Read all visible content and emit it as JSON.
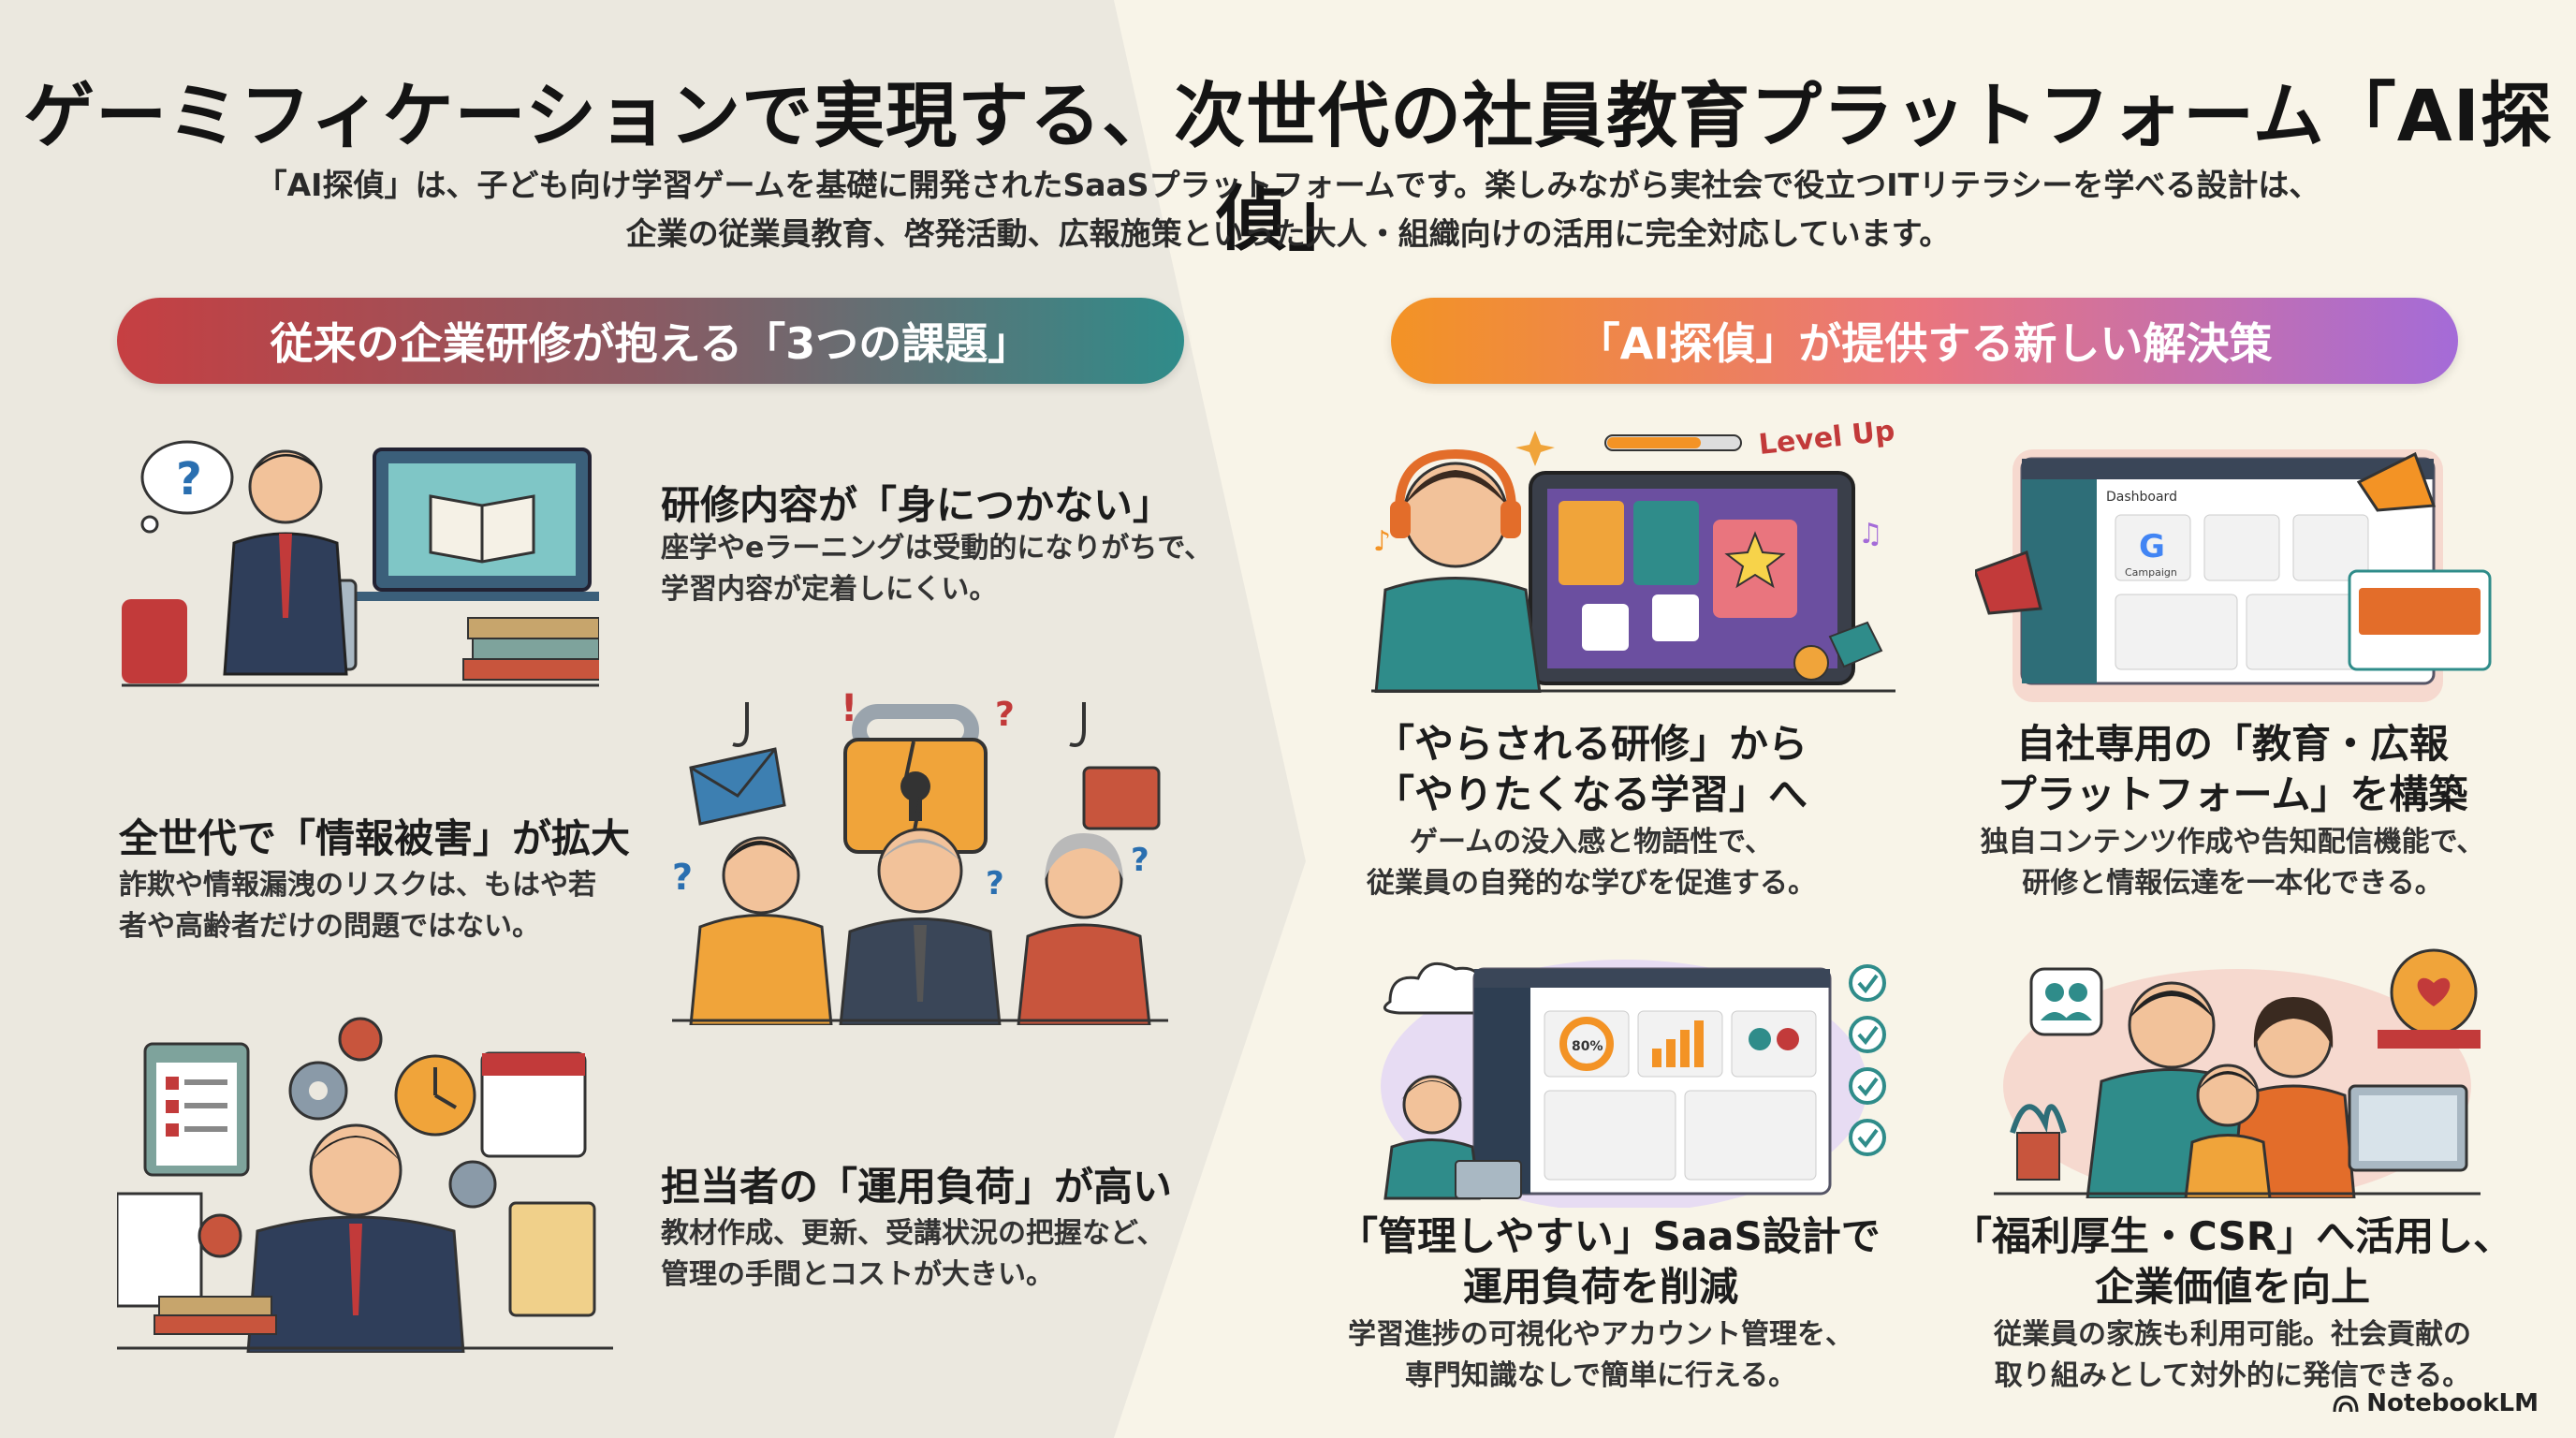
{
  "header": {
    "title": "ゲーミフィケーションで実現する、次世代の社員教育プラットフォーム「AI探偵」",
    "subtitle_lines": [
      "「AI探偵」は、子ども向け学習ゲームを基礎に開発されたSaaSプラットフォームです。楽しみながら実社会で役立つITリテラシーを学べる設計は、",
      "企業の従業員教育、啓発活動、広報施策といった大人・組織向けの活用に完全対応しています。"
    ]
  },
  "problems": {
    "heading": "従来の企業研修が抱える「3つの課題」",
    "items": [
      {
        "title": "研修内容が「身につかない」",
        "body": [
          "座学やeラーニングは受動的になりがちで、",
          "学習内容が定着しにくい。"
        ]
      },
      {
        "title": "全世代で「情報被害」が拡大",
        "body": [
          "詐欺や情報漏洩のリスクは、もはや若",
          "者や高齢者だけの問題ではない。"
        ]
      },
      {
        "title": "担当者の「運用負荷」が高い",
        "body": [
          "教材作成、更新、受講状況の把握など、",
          "管理の手間とコストが大きい。"
        ]
      }
    ]
  },
  "solutions": {
    "heading": "「AI探偵」が提供する新しい解決策",
    "items": [
      {
        "title": [
          "「やらされる研修」から",
          "「やりたくなる学習」へ"
        ],
        "body": [
          "ゲームの没入感と物語性で、",
          "従業員の自発的な学びを促進する。"
        ]
      },
      {
        "title": [
          "自社専用の「教育・広報",
          "プラットフォーム」を構築"
        ],
        "body": [
          "独自コンテンツ作成や告知配信機能で、",
          "研修と情報伝達を一本化できる。"
        ]
      },
      {
        "title": [
          "「管理しやすい」SaaS設計で",
          "運用負荷を削減"
        ],
        "body": [
          "学習進捗の可視化やアカウント管理を、",
          "専門知識なしで簡単に行える。"
        ]
      },
      {
        "title": [
          "「福利厚生・CSR」へ活用し、",
          "企業価値を向上"
        ],
        "body": [
          "従業員の家族も利用可能。社会貢献の",
          "取り組みとして対外的に発信できる。"
        ]
      }
    ]
  },
  "illustration_text": {
    "level_up": "Level Up!",
    "dashboard_brand": "Dashboard",
    "progress_label": "80%",
    "campaign_label": "Campaign"
  },
  "footer": {
    "brand": "NotebookLM"
  },
  "colors": {
    "problem_gradient": [
      "#c63f42",
      "#2f8c8a"
    ],
    "solution_gradient": [
      "#f39325",
      "#a46bd8"
    ],
    "accent_orange": "#f0a43a",
    "accent_teal": "#2f8c8a"
  }
}
